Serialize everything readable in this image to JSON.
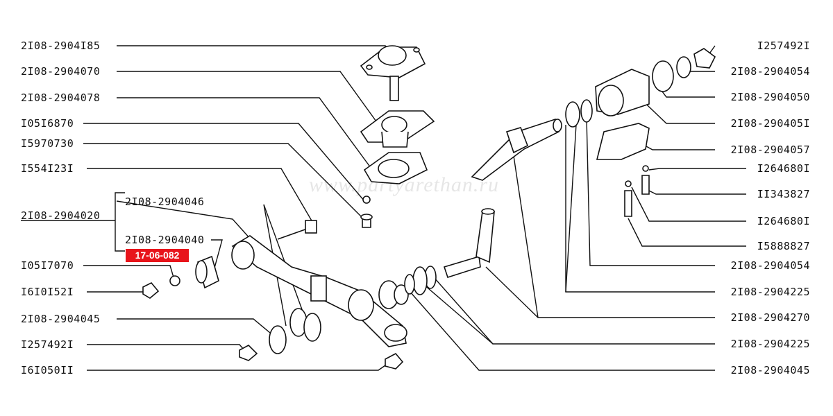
{
  "watermark": "www.partyarethan.ru",
  "highlight_color": "#e8141b",
  "left_labels": [
    "2I08-2904I85",
    "2I08-2904070",
    "2I08-2904078",
    "I05I6870",
    "I5970730",
    "I554I23I",
    "2I08-2904020",
    "2I08-2904046",
    "2I08-2904040",
    "I05I7070",
    "I6I0I52I",
    "2I08-2904045",
    "I257492I",
    "I6I050II"
  ],
  "highlight_badge": "17-06-082",
  "right_labels": [
    "I257492I",
    "2I08-2904054",
    "2I08-2904050",
    "2I08-290405I",
    "2I08-2904057",
    "I264680I",
    "II343827",
    "I264680I",
    "I5888827",
    "2I08-2904054",
    "2I08-2904225",
    "2I08-2904270",
    "2I08-2904225",
    "2I08-2904045"
  ]
}
